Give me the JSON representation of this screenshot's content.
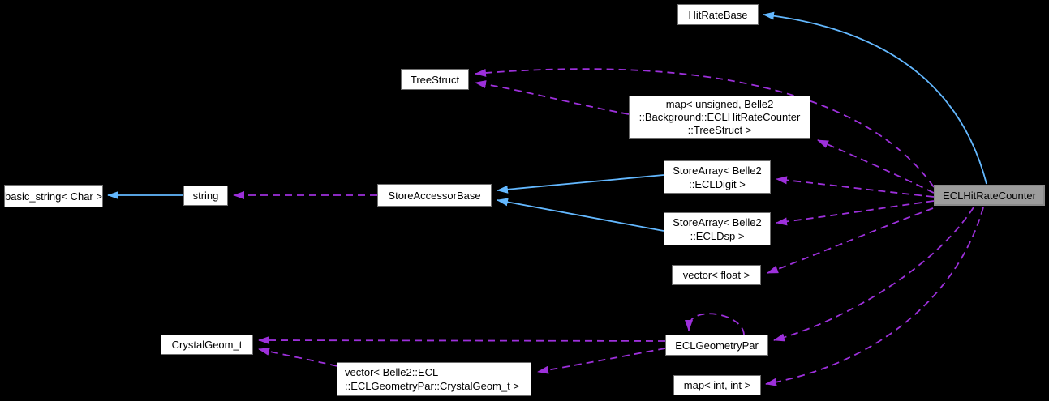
{
  "diagram": {
    "kind": "doxygen-collaboration-graph",
    "colors": {
      "background": "#000000",
      "node_fill": "#ffffff",
      "node_border": "#6e6e6e",
      "highlight_node_fill": "#9c9c9c",
      "text": "#000000",
      "inheritance_edge": "#63b8ff",
      "usage_edge": "#9d30db"
    },
    "nodes": {
      "hitratebase": {
        "label": "HitRateBase"
      },
      "treestruct": {
        "label": "TreeStruct"
      },
      "map_tree": {
        "lines": [
          "map< unsigned, Belle2",
          "::Background::ECLHitRateCounter",
          "::TreeStruct >"
        ]
      },
      "basic_string": {
        "label": "basic_string< Char >"
      },
      "string": {
        "label": "string"
      },
      "storeaccessorbase": {
        "label": "StoreAccessorBase"
      },
      "storearray_ecldigit": {
        "lines": [
          "StoreArray< Belle2",
          "::ECLDigit >"
        ]
      },
      "storearray_ecldsp": {
        "lines": [
          "StoreArray< Belle2",
          "::ECLDsp >"
        ]
      },
      "vector_float": {
        "label": "vector< float >"
      },
      "crystalgeom": {
        "label": "CrystalGeom_t"
      },
      "eclgeometrypar": {
        "label": "ECLGeometryPar"
      },
      "vector_crystalgeom": {
        "lines": [
          "vector< Belle2::ECL",
          "::ECLGeometryPar::CrystalGeom_t >"
        ]
      },
      "map_int_int": {
        "label": "map< int, int >"
      },
      "eclhitratecounter": {
        "label": "ECLHitRateCounter"
      }
    },
    "edges": [
      {
        "from": "eclhitratecounter",
        "to": "hitratebase",
        "type": "inheritance"
      },
      {
        "from": "string",
        "to": "basic_string",
        "type": "inheritance"
      },
      {
        "from": "storearray_ecldigit",
        "to": "storeaccessorbase",
        "type": "inheritance"
      },
      {
        "from": "storearray_ecldsp",
        "to": "storeaccessorbase",
        "type": "inheritance"
      },
      {
        "from": "storeaccessorbase",
        "to": "string",
        "type": "usage"
      },
      {
        "from": "map_tree",
        "to": "treestruct",
        "type": "usage"
      },
      {
        "from": "eclhitratecounter",
        "to": "treestruct",
        "type": "usage"
      },
      {
        "from": "eclhitratecounter",
        "to": "map_tree",
        "type": "usage"
      },
      {
        "from": "eclhitratecounter",
        "to": "storearray_ecldigit",
        "type": "usage"
      },
      {
        "from": "eclhitratecounter",
        "to": "storearray_ecldsp",
        "type": "usage"
      },
      {
        "from": "eclhitratecounter",
        "to": "vector_float",
        "type": "usage"
      },
      {
        "from": "eclhitratecounter",
        "to": "eclgeometrypar",
        "type": "usage"
      },
      {
        "from": "eclhitratecounter",
        "to": "map_int_int",
        "type": "usage"
      },
      {
        "from": "eclgeometrypar",
        "to": "crystalgeom",
        "type": "usage"
      },
      {
        "from": "eclgeometrypar",
        "to": "vector_crystalgeom",
        "type": "usage"
      },
      {
        "from": "eclgeometrypar",
        "to": "eclgeometrypar",
        "type": "usage"
      },
      {
        "from": "vector_crystalgeom",
        "to": "crystalgeom",
        "type": "usage"
      }
    ]
  }
}
